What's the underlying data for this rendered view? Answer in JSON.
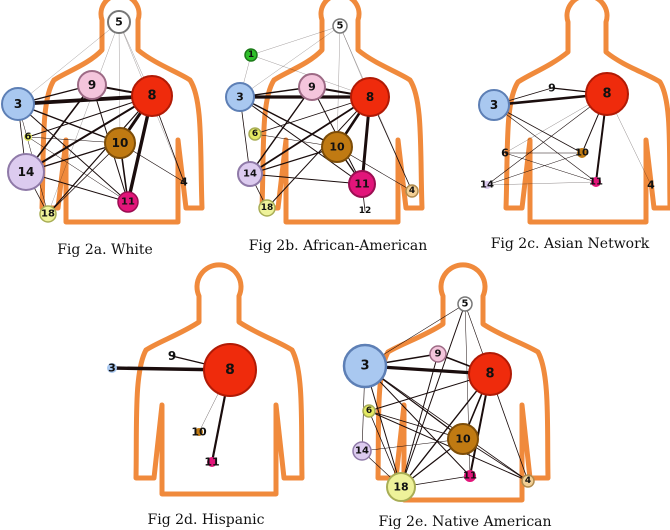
{
  "colors": {
    "outline": "#f08a3c",
    "node_stroke": "#555555",
    "edge": "#1a0d0d"
  },
  "panels": [
    {
      "id": "2a",
      "caption": "Fig 2a. White",
      "nodes": [
        {
          "label": "5",
          "color": "#ffffff"
        },
        {
          "label": "3",
          "color": "#a9c8f0"
        },
        {
          "label": "9",
          "color": "#f4c5dc"
        },
        {
          "label": "8",
          "color": "#ef2b0c"
        },
        {
          "label": "6",
          "color": "#e4ea63"
        },
        {
          "label": "10",
          "color": "#c07a12"
        },
        {
          "label": "14",
          "color": "#dccbef"
        },
        {
          "label": "4",
          "color": "#ffffff"
        },
        {
          "label": "11",
          "color": "#e2157a"
        },
        {
          "label": "18",
          "color": "#eef29a"
        }
      ]
    },
    {
      "id": "2b",
      "caption": "Fig 2b. African-American",
      "nodes": [
        {
          "label": "5",
          "color": "#ffffff"
        },
        {
          "label": "1",
          "color": "#2fc02a"
        },
        {
          "label": "3",
          "color": "#a9c8f0"
        },
        {
          "label": "9",
          "color": "#f4c5dc"
        },
        {
          "label": "8",
          "color": "#ef2b0c"
        },
        {
          "label": "6",
          "color": "#e4ea63"
        },
        {
          "label": "10",
          "color": "#c07a12"
        },
        {
          "label": "14",
          "color": "#dccbef"
        },
        {
          "label": "11",
          "color": "#e2157a"
        },
        {
          "label": "4",
          "color": "#f2cf95"
        },
        {
          "label": "18",
          "color": "#eef29a"
        },
        {
          "label": "12",
          "color": "#ffffff"
        }
      ]
    },
    {
      "id": "2c",
      "caption": "Fig 2c. Asian Network",
      "nodes": [
        {
          "label": "3",
          "color": "#a9c8f0"
        },
        {
          "label": "9",
          "color": "#ffffff"
        },
        {
          "label": "8",
          "color": "#ef2b0c"
        },
        {
          "label": "6",
          "color": "#ffffff"
        },
        {
          "label": "10",
          "color": "#c07a12"
        },
        {
          "label": "14",
          "color": "#dccbef"
        },
        {
          "label": "11",
          "color": "#e2157a"
        },
        {
          "label": "4",
          "color": "#ffffff"
        }
      ]
    },
    {
      "id": "2d",
      "caption": "Fig 2d. Hispanic",
      "nodes": [
        {
          "label": "3",
          "color": "#a9c8f0"
        },
        {
          "label": "9",
          "color": "#ffffff"
        },
        {
          "label": "8",
          "color": "#ef2b0c"
        },
        {
          "label": "10",
          "color": "#c07a12"
        },
        {
          "label": "11",
          "color": "#e2157a"
        }
      ]
    },
    {
      "id": "2e",
      "caption": "Fig 2e. Native American",
      "nodes": [
        {
          "label": "5",
          "color": "#ffffff"
        },
        {
          "label": "3",
          "color": "#a9c8f0"
        },
        {
          "label": "9",
          "color": "#f4c5dc"
        },
        {
          "label": "8",
          "color": "#ef2b0c"
        },
        {
          "label": "6",
          "color": "#e4ea63"
        },
        {
          "label": "10",
          "color": "#c07a12"
        },
        {
          "label": "14",
          "color": "#dccbef"
        },
        {
          "label": "18",
          "color": "#eef29a"
        },
        {
          "label": "11",
          "color": "#e2157a"
        },
        {
          "label": "4",
          "color": "#f2cf95"
        }
      ]
    }
  ]
}
